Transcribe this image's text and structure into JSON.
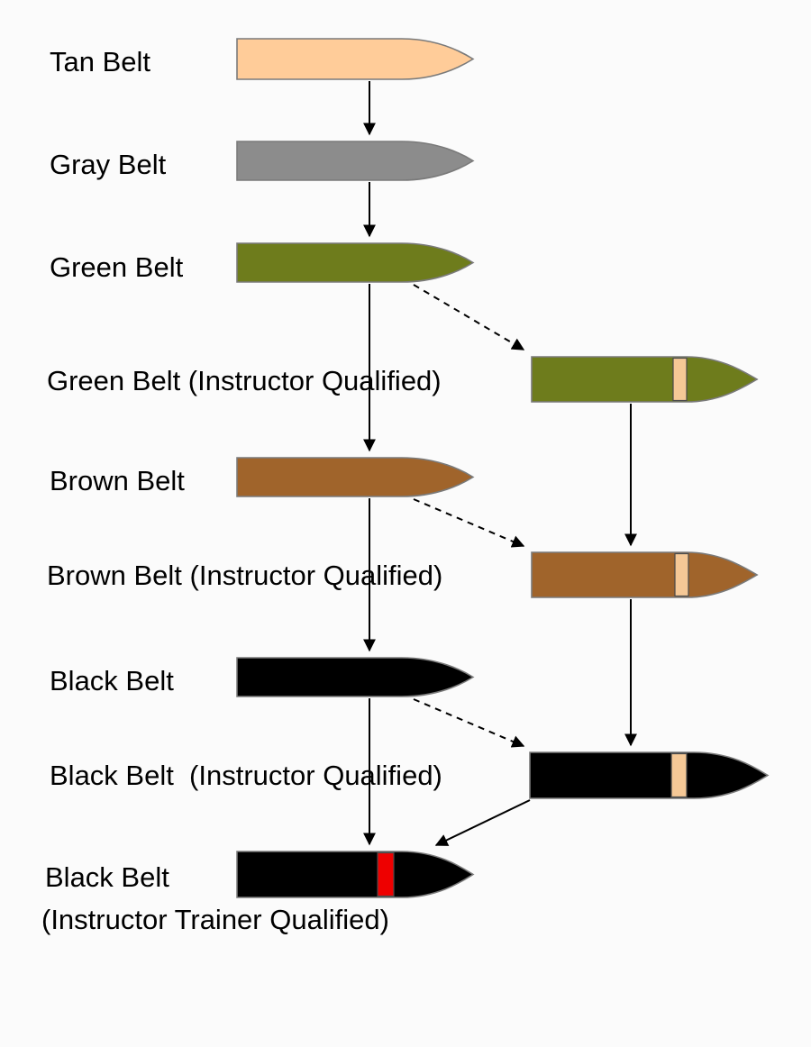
{
  "background": "#fbfbfb",
  "arrow_color": "#000000",
  "outline_color": "#7a7a7a",
  "nodes": {
    "tan": {
      "label": "Tan Belt",
      "color": "#FFCC99"
    },
    "gray": {
      "label": "Gray Belt",
      "color": "#8C8C8C"
    },
    "green": {
      "label": "Green Belt",
      "color": "#6E7C1C"
    },
    "green_iq": {
      "label": "Green Belt (Instructor Qualified)",
      "color": "#6E7C1C",
      "stripe_color": "#F5C896"
    },
    "brown": {
      "label": "Brown Belt",
      "color": "#A0642B"
    },
    "brown_iq": {
      "label": "Brown Belt (Instructor Qualified)",
      "color": "#A0642B",
      "stripe_color": "#F5C896"
    },
    "black": {
      "label": "Black Belt",
      "color": "#000000"
    },
    "black_iq": {
      "label": "Black Belt  (Instructor Qualified)",
      "color": "#000000",
      "stripe_color": "#F5C896"
    },
    "black_it": {
      "label_line1": "Black Belt",
      "label_line2": "(Instructor Trainer Qualified)",
      "color": "#000000",
      "stripe_color": "#EE0000"
    }
  },
  "edges": [
    {
      "from": "tan",
      "to": "gray",
      "style": "solid"
    },
    {
      "from": "gray",
      "to": "green",
      "style": "solid"
    },
    {
      "from": "green",
      "to": "brown",
      "style": "solid"
    },
    {
      "from": "green",
      "to": "green_iq",
      "style": "dashed"
    },
    {
      "from": "green_iq",
      "to": "brown_iq",
      "style": "solid"
    },
    {
      "from": "brown",
      "to": "black",
      "style": "solid"
    },
    {
      "from": "brown",
      "to": "brown_iq",
      "style": "dashed"
    },
    {
      "from": "brown_iq",
      "to": "black_iq",
      "style": "solid"
    },
    {
      "from": "black",
      "to": "black_it",
      "style": "solid"
    },
    {
      "from": "black",
      "to": "black_iq",
      "style": "dashed"
    },
    {
      "from": "black_iq",
      "to": "black_it",
      "style": "solid"
    }
  ]
}
